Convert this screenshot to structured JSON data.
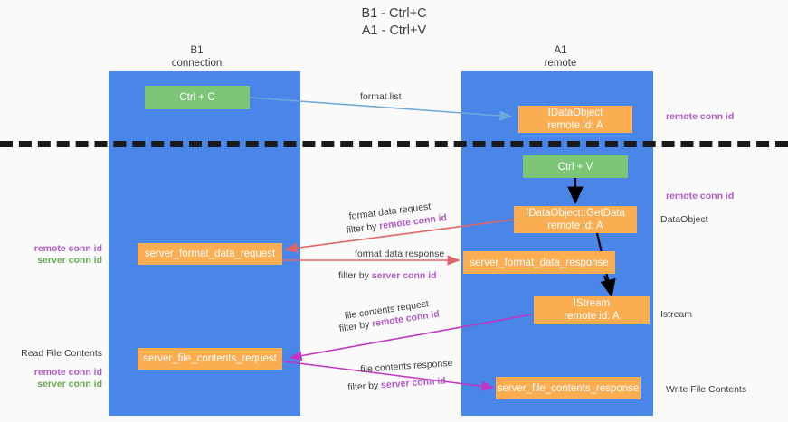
{
  "diagram": {
    "title_line1": "B1 - Ctrl+C",
    "title_line2": "A1 - Ctrl+V",
    "colors": {
      "lane": "#4a86e8",
      "green_node": "#7cc576",
      "orange_node": "#fbad51",
      "purple_text": "#b05cc6",
      "green_text": "#6aa84f",
      "blue_arrow": "#6fa8dc",
      "red_arrow": "#e06666",
      "magenta_arrow": "#c councill",
      "black_arrow": "#000000",
      "background": "#fafafa"
    },
    "lanes": [
      {
        "id": "b1",
        "head_line1": "B1",
        "head_line2": "connection"
      },
      {
        "id": "a1",
        "head_line1": "A1",
        "head_line2": "remote"
      }
    ],
    "nodes": {
      "ctrl_c": {
        "label": "Ctrl + C"
      },
      "ctrl_v": {
        "label": "Ctrl + V"
      },
      "idataobject": {
        "line1": "IDataObject",
        "line2": "remote id: A"
      },
      "idataobject_getdata": {
        "line1": "IDataObject::GetData",
        "line2": "remote id: A"
      },
      "istream": {
        "line1": "IStream",
        "line2": "remote id: A"
      },
      "server_format_data_request": {
        "label": "server_format_data_request"
      },
      "server_format_data_response": {
        "label": "server_format_data_response"
      },
      "server_file_contents_request": {
        "label": "server_file_contents_request"
      },
      "server_file_contents_response": {
        "label": "server_file_contents_response"
      }
    },
    "edge_labels": {
      "format_list": "format list",
      "format_data_request": "format data request",
      "format_data_request_filter_prefix": "filter by ",
      "format_data_request_filter_key": "remote conn id",
      "format_data_response": "format data response",
      "format_data_response_filter_prefix": "filter by ",
      "format_data_response_filter_key": "server conn id",
      "file_contents_request": "file contents request",
      "file_contents_request_filter_prefix": "filter by ",
      "file_contents_request_filter_key": "remote conn id",
      "file_contents_response": "file contents response",
      "file_contents_response_filter_prefix": "filter by ",
      "file_contents_response_filter_key": "server conn id"
    },
    "side_labels": {
      "right_remote_conn_id_top": "remote conn id",
      "right_remote_conn_id_mid": "remote conn id",
      "right_dataobject": "DataObject",
      "right_istream": "Istream",
      "right_write_file_contents": "Write File Contents",
      "left_remote_conn_id_mid": "remote conn id",
      "left_server_conn_id_mid": "server conn id",
      "left_read_file_contents": "Read File Contents",
      "left_remote_conn_id_bottom": "remote conn id",
      "left_server_conn_id_bottom": "server conn id"
    }
  }
}
